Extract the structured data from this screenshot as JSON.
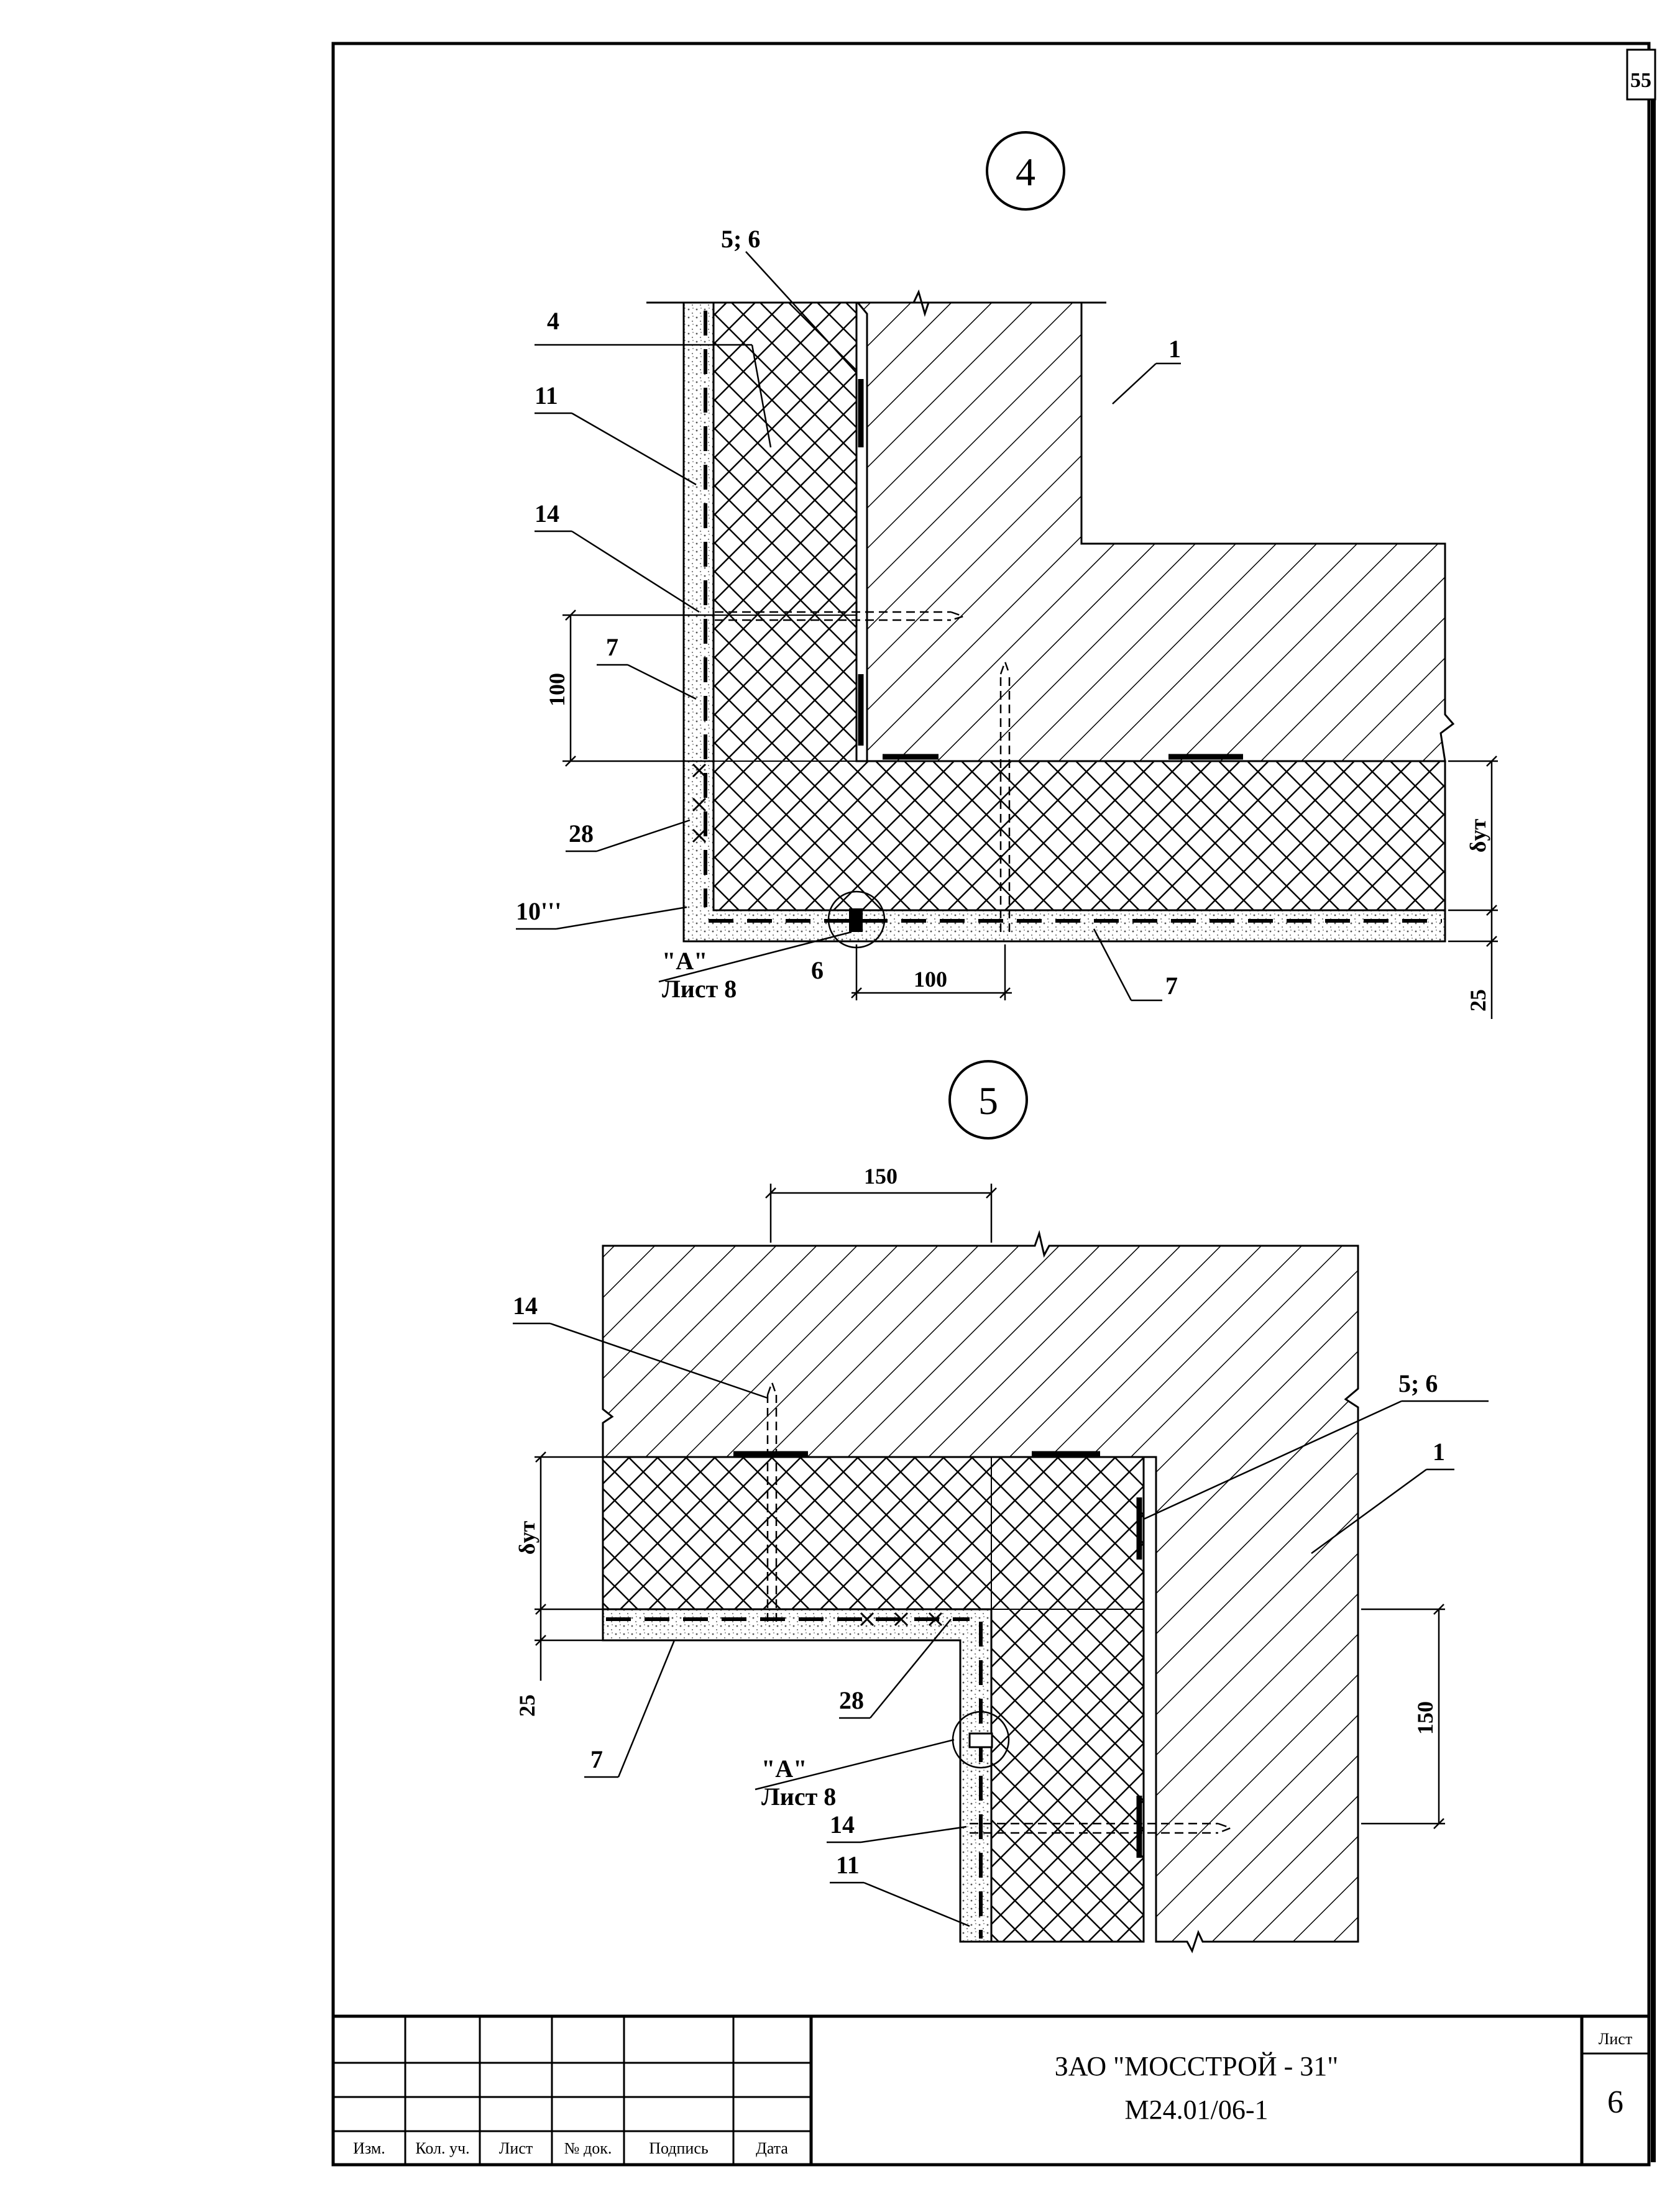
{
  "corner_mark": "55",
  "sections": [
    {
      "number": "4",
      "callouts": {
        "c56": "5; 6",
        "c4": "4",
        "c11": "11",
        "c14": "14",
        "c7a": "7",
        "c28": "28",
        "c10": "10'''",
        "cA": "\"А\"",
        "cSheet": "Лист 8",
        "c6": "6",
        "c1": "1",
        "c7b": "7"
      },
      "dims": {
        "d100v": "100",
        "d100h": "100",
        "dThick": "δут",
        "d25": "25"
      }
    },
    {
      "number": "5",
      "callouts": {
        "c14a": "14",
        "c56": "5; 6",
        "c1": "1",
        "c28": "28",
        "c7": "7",
        "cA": "\"А\"",
        "cSheet": "Лист 8",
        "c14b": "14",
        "c11": "11"
      },
      "dims": {
        "d150h": "150",
        "dThick": "δут",
        "d25": "25",
        "d150v": "150"
      }
    }
  ],
  "title_block": {
    "columns": [
      "Изм.",
      "Кол. уч.",
      "Лист",
      "№ док.",
      "Подпись",
      "Дата"
    ],
    "company": "ЗАО \"МОССТРОЙ - 31\"",
    "doc_code": "М24.01/06-1",
    "sheet_label": "Лист",
    "sheet_number": "6"
  }
}
